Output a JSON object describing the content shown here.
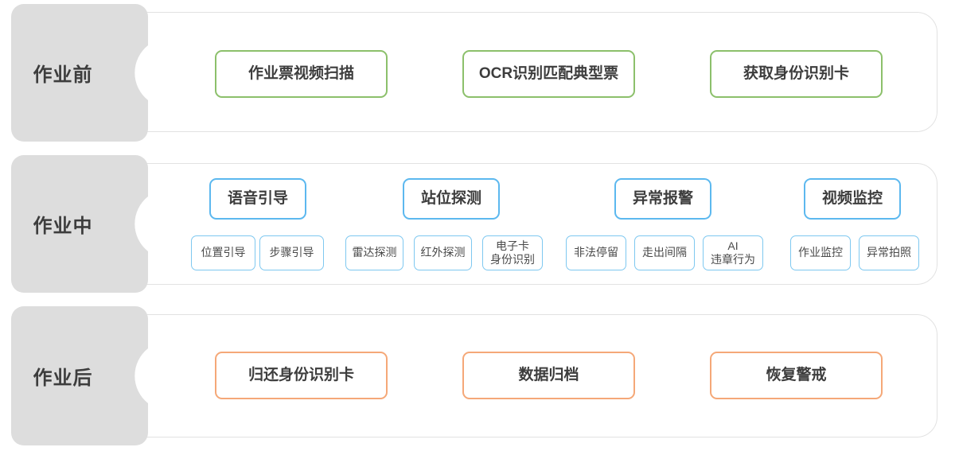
{
  "colors": {
    "stage_plaque": "#dddddd",
    "panel_border": "#e2e2e2",
    "green": "#8cc06b",
    "blue": "#5cb8ef",
    "blue_light": "#7ec8f0",
    "orange": "#f5a878",
    "text": "#3d3d3d"
  },
  "rows": [
    {
      "id": "before",
      "stage_label": "作业前",
      "accent": "green",
      "boxes": [
        {
          "label": "作业票视频扫描"
        },
        {
          "label": "OCR识别匹配典型票"
        },
        {
          "label": "获取身份识别卡"
        }
      ]
    },
    {
      "id": "during",
      "stage_label": "作业中",
      "accent": "blue",
      "groups": [
        {
          "label": "语音引导",
          "children": [
            {
              "line1": "位置引导",
              "line2": ""
            },
            {
              "line1": "步骤引导",
              "line2": ""
            }
          ]
        },
        {
          "label": "站位探测",
          "children": [
            {
              "line1": "雷达探测",
              "line2": ""
            },
            {
              "line1": "红外探测",
              "line2": ""
            },
            {
              "line1": "电子卡",
              "line2": "身份识别"
            }
          ]
        },
        {
          "label": "异常报警",
          "children": [
            {
              "line1": "非法停留",
              "line2": ""
            },
            {
              "line1": "走出间隔",
              "line2": ""
            },
            {
              "line1": "AI",
              "line2": "违章行为"
            }
          ]
        },
        {
          "label": "视频监控",
          "children": [
            {
              "line1": "作业监控",
              "line2": ""
            },
            {
              "line1": "异常拍照",
              "line2": ""
            }
          ]
        }
      ]
    },
    {
      "id": "after",
      "stage_label": "作业后",
      "accent": "orange",
      "boxes": [
        {
          "label": "归还身份识别卡"
        },
        {
          "label": "数据归档"
        },
        {
          "label": "恢复警戒"
        }
      ]
    }
  ]
}
